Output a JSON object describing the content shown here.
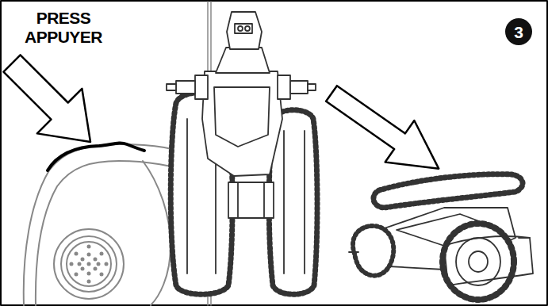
{
  "diagram": {
    "nodes": [
      {
        "text": [
          "3"
        ]
      }
    ],
    "labels": [
      "PRESS",
      "APPUYER"
    ]
  }
}
